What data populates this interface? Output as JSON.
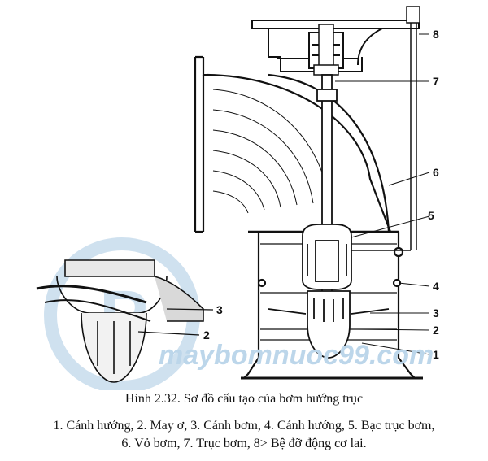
{
  "figure": {
    "callouts": [
      "1",
      "2",
      "3",
      "4",
      "5",
      "6",
      "7",
      "8"
    ],
    "inset_callouts": [
      "3",
      "2"
    ],
    "watermark": "maybomnuoc99.com",
    "watermark_color": "#bcd6ea",
    "watermark_logo_letter": "P"
  },
  "caption": "Hình 2.32. Sơ đồ cấu tạo của bơm hướng trục",
  "legend": {
    "line1": "1. Cánh hướng, 2. May ơ, 3. Cánh bơm, 4. Cánh hướng, 5. Bạc trục bơm,",
    "line2": "6. Vỏ bơm, 7. Trục bơm, 8> Bệ đỡ động cơ lai."
  }
}
